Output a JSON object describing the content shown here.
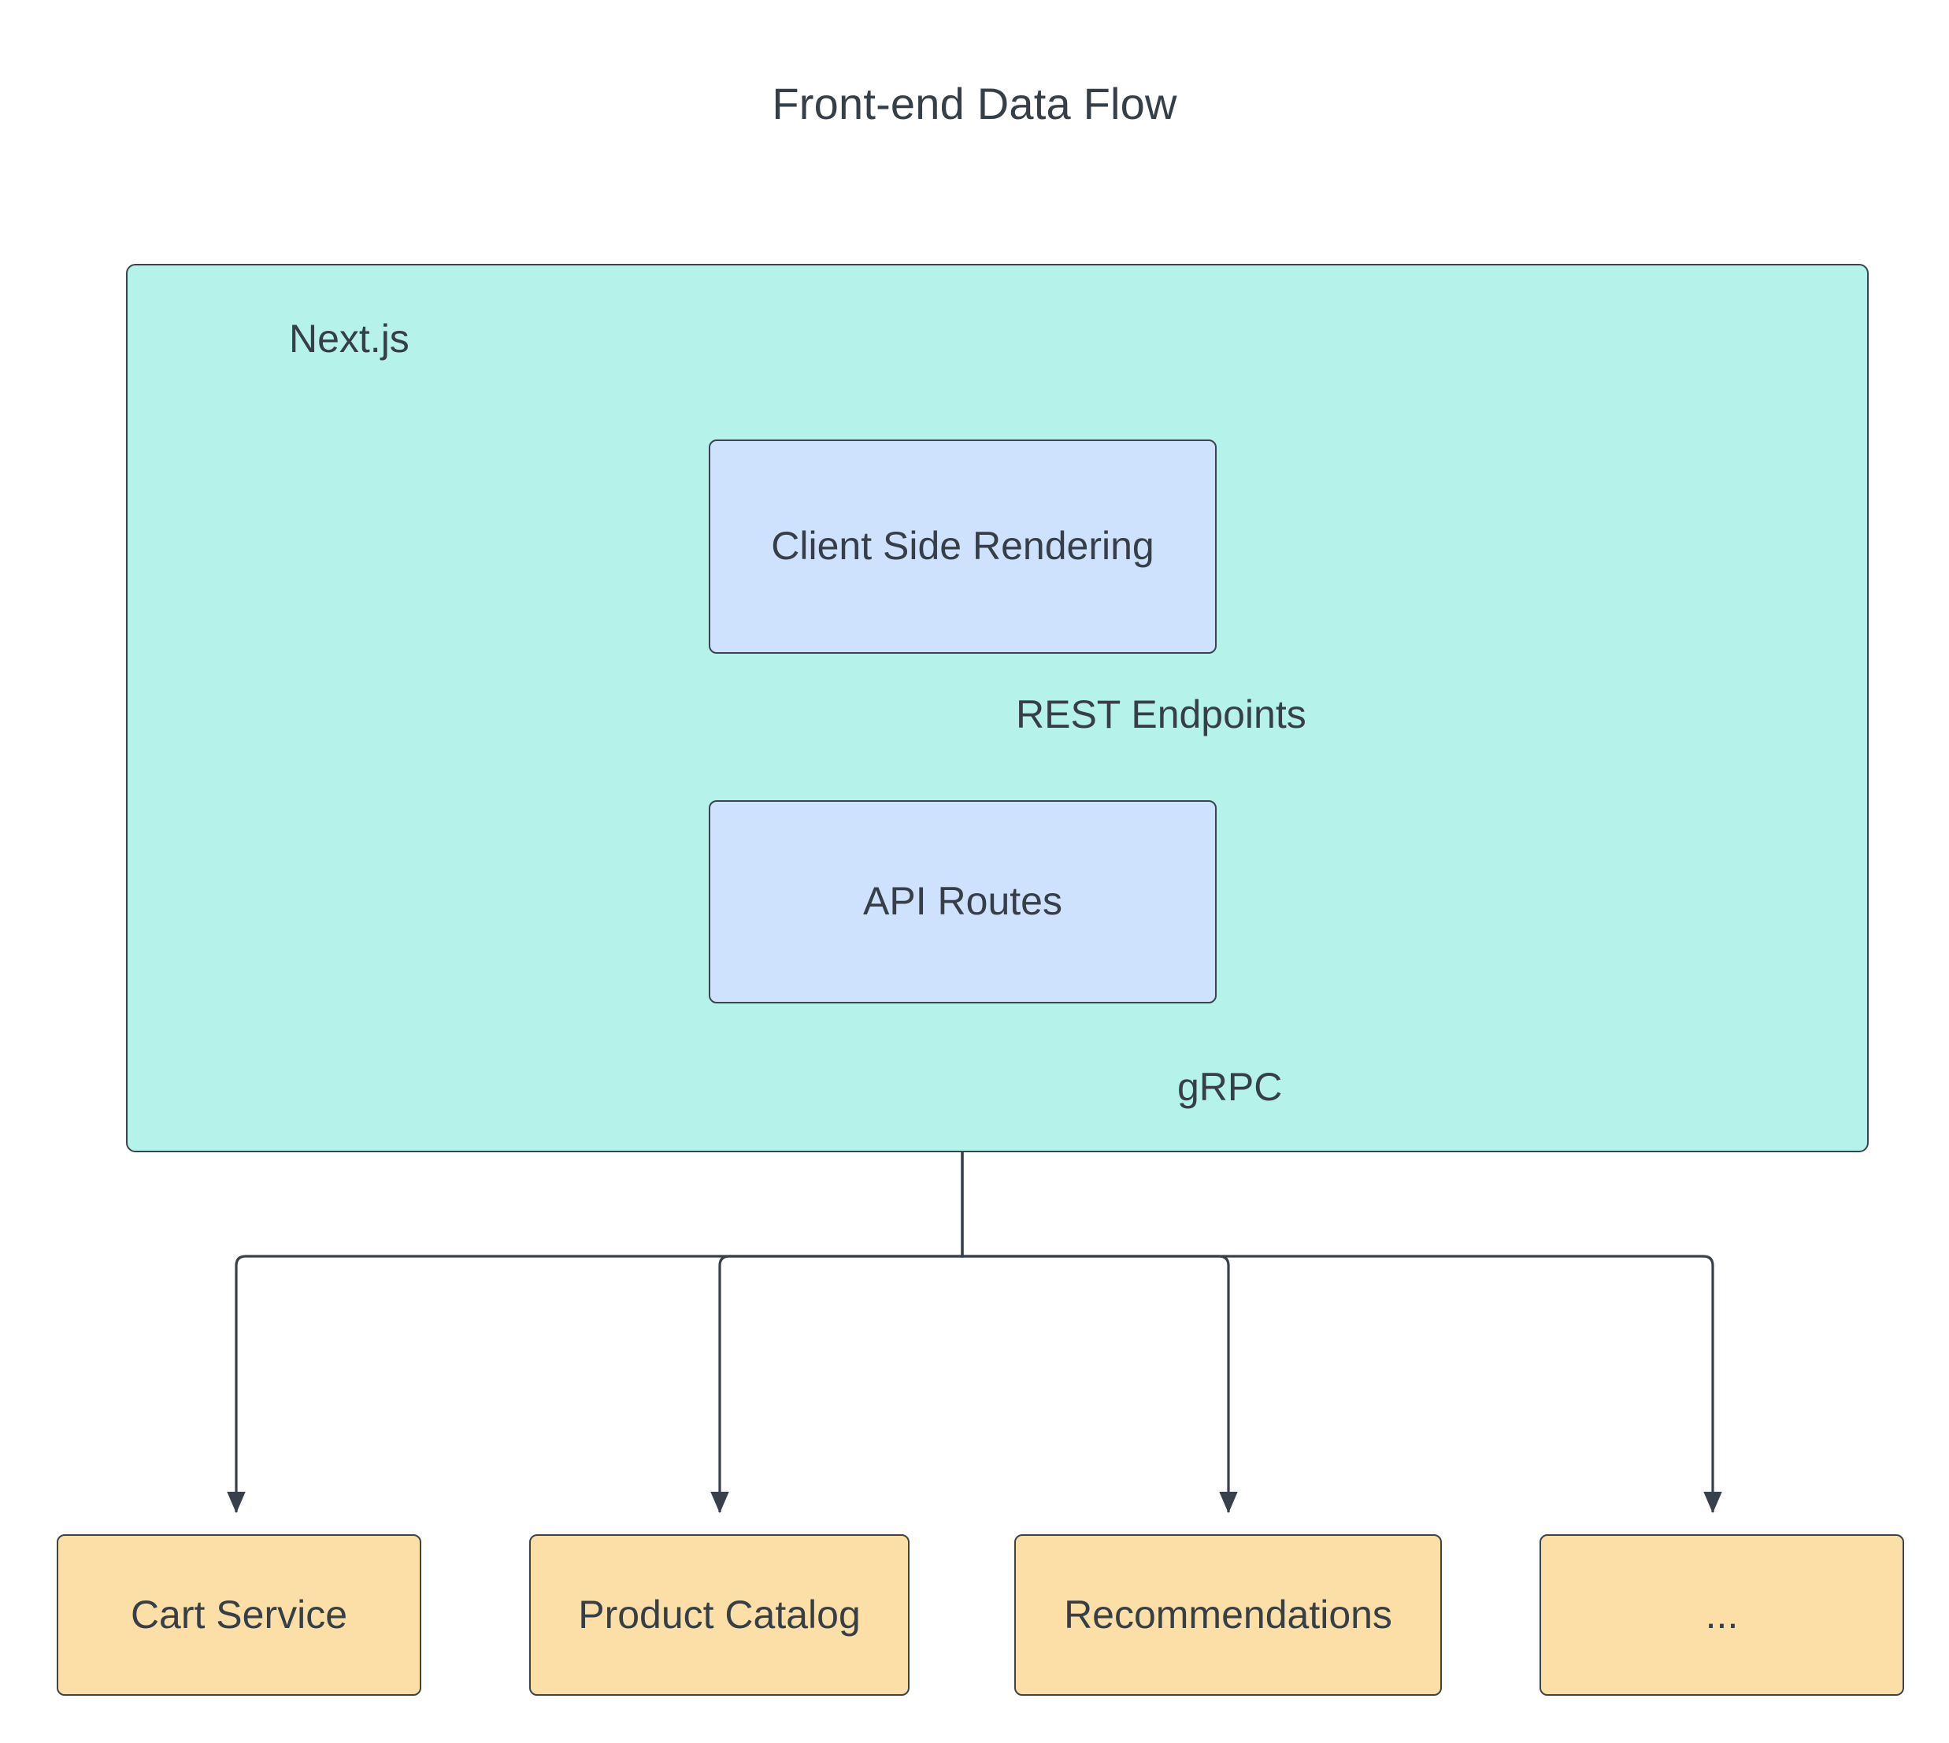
{
  "diagram": {
    "title": "Front-end Data Flow",
    "type": "flowchart",
    "direction": "top-down",
    "colors": {
      "background": "#ffffff",
      "subgraph_fill": "#b5f2ea",
      "process_fill": "#cfe2fd",
      "service_fill": "#fbdfa6",
      "stroke": "#3a444e",
      "text": "#363f47"
    },
    "subgraph": {
      "id": "nextjs",
      "label": "Next.js",
      "nodes": [
        {
          "id": "csr",
          "label": "Client Side Rendering",
          "shape": "rounded-rect",
          "fill": "#cfe2fd"
        },
        {
          "id": "api_routes",
          "label": "API Routes",
          "shape": "rounded-rect",
          "fill": "#cfe2fd"
        }
      ]
    },
    "services": [
      {
        "id": "cart",
        "label": "Cart Service",
        "shape": "rounded-rect",
        "fill": "#fbdfa6"
      },
      {
        "id": "catalog",
        "label": "Product Catalog",
        "shape": "rounded-rect",
        "fill": "#fbdfa6"
      },
      {
        "id": "recommendations",
        "label": "Recommendations",
        "shape": "rounded-rect",
        "fill": "#fbdfa6"
      },
      {
        "id": "more",
        "label": "...",
        "shape": "rounded-rect",
        "fill": "#fbdfa6"
      }
    ],
    "edges": [
      {
        "from": "csr",
        "to": "api_routes",
        "label": "REST Endpoints",
        "arrow": "end"
      },
      {
        "from": "api_routes",
        "to": "cart",
        "label": "gRPC",
        "arrow": "end"
      },
      {
        "from": "api_routes",
        "to": "catalog",
        "label": "",
        "arrow": "end"
      },
      {
        "from": "api_routes",
        "to": "recommendations",
        "label": "",
        "arrow": "end"
      },
      {
        "from": "api_routes",
        "to": "more",
        "label": "",
        "arrow": "end"
      }
    ],
    "edge_labels": {
      "rest": "REST Endpoints",
      "grpc": "gRPC"
    }
  }
}
